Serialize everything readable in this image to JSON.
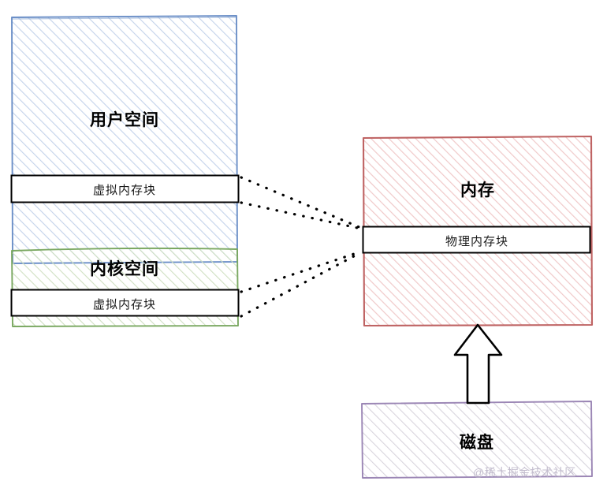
{
  "diagram": {
    "title": "virtual-memory-to-physical-memory-mapping",
    "boxes": {
      "user_space": {
        "label": "用户空间",
        "stroke": "#6b8fc7",
        "hatch": "#c3d2ea",
        "fill": "#ffffff"
      },
      "kernel_space": {
        "label": "内核空间",
        "stroke": "#7aa861",
        "hatch": "#cfe0c2",
        "fill": "#ffffff"
      },
      "virtual_block_user": {
        "label": "虚拟内存块",
        "stroke": "#000000",
        "fill": "#ffffff"
      },
      "virtual_block_kernel": {
        "label": "虚拟内存块",
        "stroke": "#000000",
        "fill": "#ffffff"
      },
      "memory": {
        "label": "内存",
        "stroke": "#bf6363",
        "hatch": "#f0c9c9",
        "fill": "#ffffff"
      },
      "physical_block": {
        "label": "物理内存块",
        "stroke": "#000000",
        "fill": "#ffffff"
      },
      "disk": {
        "label": "磁盘",
        "stroke": "#9b86b5",
        "hatch": "#d8d4dd",
        "fill": "#ffffff"
      }
    },
    "connectors": {
      "style": "dotted",
      "color": "#000000",
      "count": 4,
      "description": "四条虚线把两个虚拟内存块的上下边连到物理内存块"
    },
    "arrow": {
      "name": "disk-to-memory-arrow",
      "direction": "up",
      "color": "#000000",
      "fill": "#ffffff"
    },
    "watermark": {
      "text": "@稀土掘金技术社区",
      "color": "#b9b2c6"
    }
  }
}
